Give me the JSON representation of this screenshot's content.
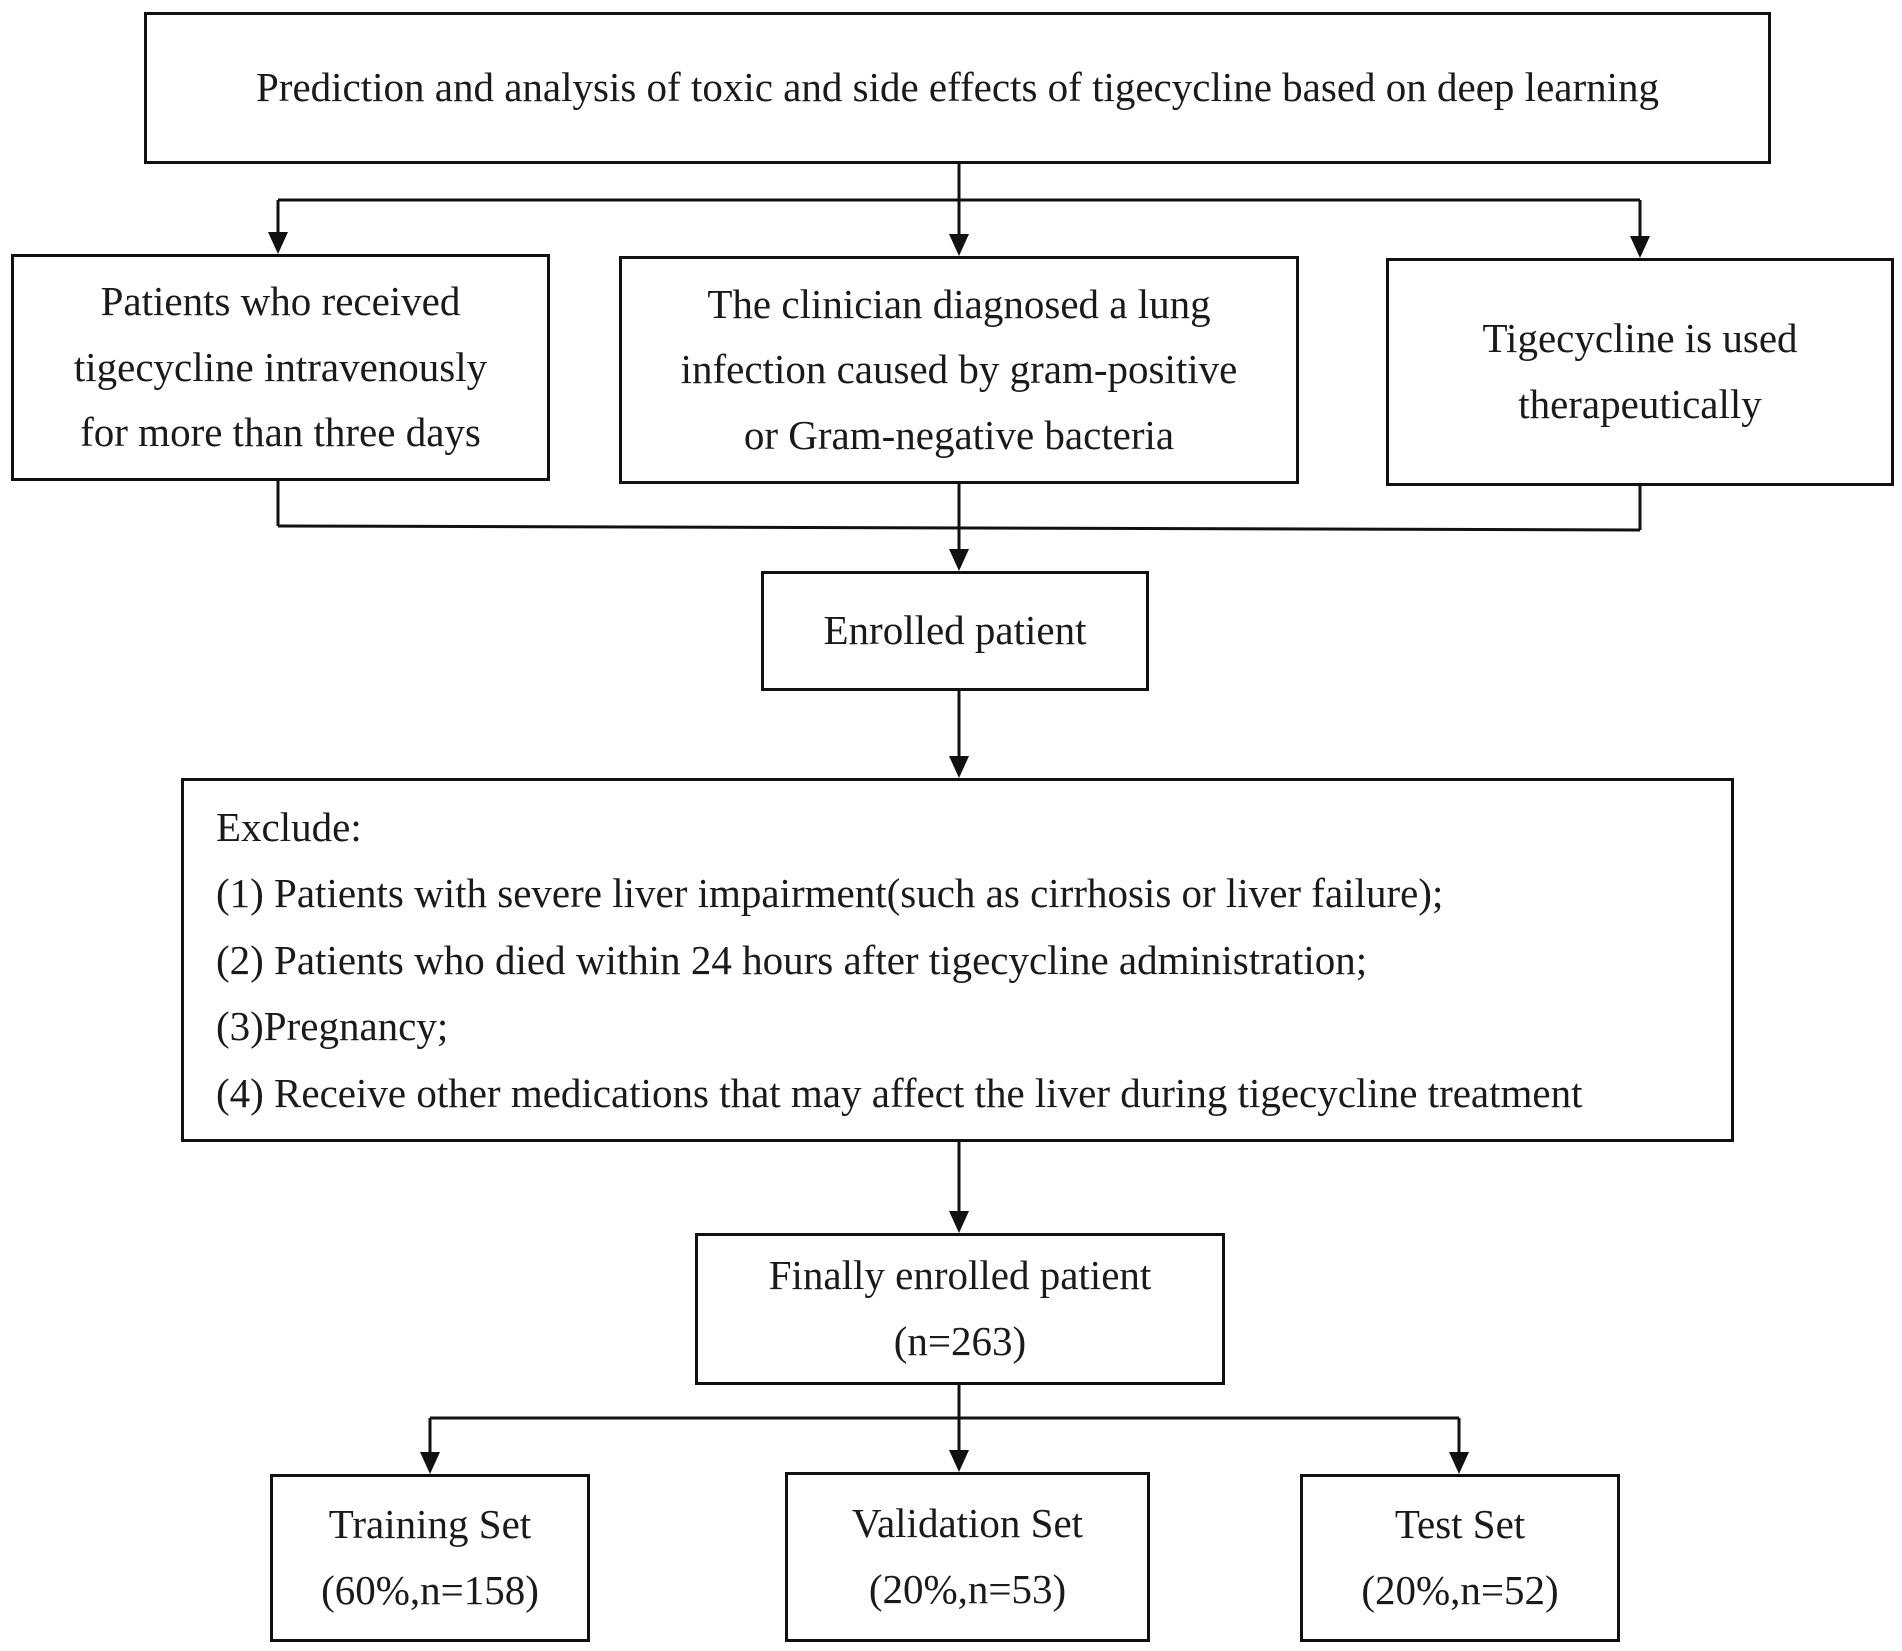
{
  "title_box": {
    "text": "Prediction and analysis of toxic and side effects of tigecycline based on deep learning"
  },
  "criteria": [
    {
      "lines": [
        "Patients who received",
        "tigecycline intravenously",
        "for more than three days"
      ]
    },
    {
      "lines": [
        "The clinician diagnosed a lung",
        "infection caused by gram-positive",
        "or Gram-negative bacteria"
      ]
    },
    {
      "lines": [
        "Tigecycline is used",
        "therapeutically"
      ]
    }
  ],
  "enrolled_box": {
    "text": "Enrolled patient"
  },
  "exclude_box": {
    "heading": "Exclude:",
    "items": [
      "(1) Patients with severe liver impairment(such as cirrhosis or liver failure);",
      "(2) Patients who died within 24 hours after tigecycline administration;",
      "(3)Pregnancy;",
      "(4) Receive other medications that may affect the liver during tigecycline treatment"
    ]
  },
  "final_box": {
    "lines": [
      "Finally enrolled patient",
      "(n=263)"
    ]
  },
  "splits": [
    {
      "lines": [
        "Training Set",
        "(60%,n=158)"
      ]
    },
    {
      "lines": [
        "Validation Set",
        "(20%,n=53)"
      ]
    },
    {
      "lines": [
        "Test Set",
        "(20%,n=52)"
      ]
    }
  ]
}
